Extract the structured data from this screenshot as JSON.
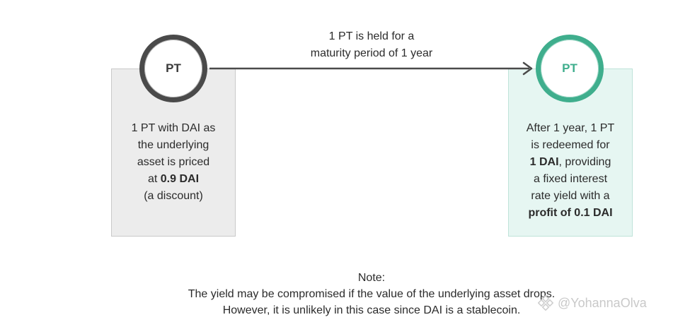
{
  "left": {
    "circle_label": "PT",
    "lines": [
      "1 PT with DAI as",
      "the underlying",
      "asset is priced"
    ],
    "price_prefix": "at ",
    "price_bold": "0.9 DAI",
    "last_line": "(a discount)"
  },
  "arrow": {
    "label_line1": "1 PT is held for a",
    "label_line2": "maturity period of 1 year"
  },
  "right": {
    "circle_label": "PT",
    "line1": "After 1 year, 1 PT",
    "line2": "is redeemed for",
    "bold1": "1 DAI",
    "after_bold1": ", providing",
    "line4": "a fixed interest",
    "line5": "rate yield with a",
    "bold2": "profit of 0.1 DAI"
  },
  "note": {
    "title": "Note:",
    "line1": "The yield may be compromised if the value of the underlying asset drops.",
    "line2": "However, it is unlikely in this case since DAI is a stablecoin."
  },
  "watermark": {
    "text": "@YohannaOlva"
  },
  "colors": {
    "accent_green": "#3fae8d",
    "dark_ring": "#4a4a4a",
    "arrow": "#4a4a4a"
  }
}
